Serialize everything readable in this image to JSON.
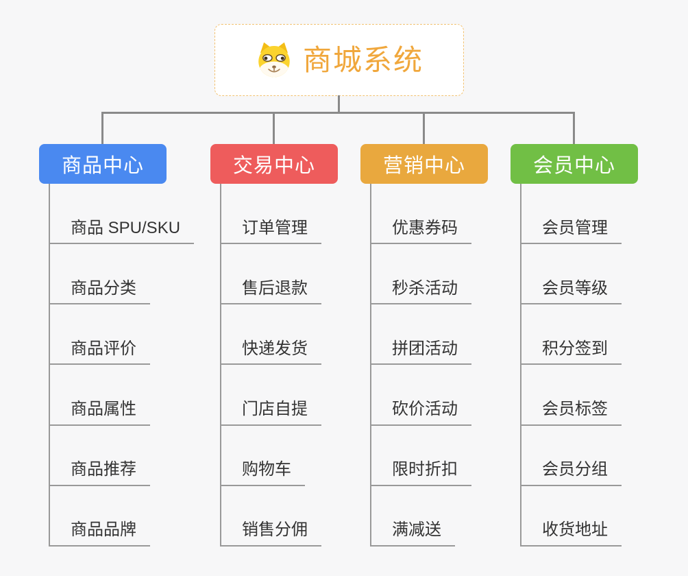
{
  "root": {
    "title": "商城系统",
    "icon": "shiba-dog-icon",
    "title_color": "#f0a73c",
    "border_color": "#f2c170"
  },
  "colors": {
    "background": "#f7f7f8",
    "connector": "#8a8a8a",
    "leaf_line": "#999999",
    "leaf_text": "#333333"
  },
  "branches": [
    {
      "label": "商品中心",
      "color": "#4a89f0",
      "items": [
        "商品 SPU/SKU",
        "商品分类",
        "商品评价",
        "商品属性",
        "商品推荐",
        "商品品牌"
      ]
    },
    {
      "label": "交易中心",
      "color": "#ee5c5c",
      "items": [
        "订单管理",
        "售后退款",
        "快递发货",
        "门店自提",
        "购物车",
        "销售分佣"
      ]
    },
    {
      "label": "营销中心",
      "color": "#e9a83e",
      "items": [
        "优惠券码",
        "秒杀活动",
        "拼团活动",
        "砍价活动",
        "限时折扣",
        "满减送"
      ]
    },
    {
      "label": "会员中心",
      "color": "#71bf45",
      "items": [
        "会员管理",
        "会员等级",
        "积分签到",
        "会员标签",
        "会员分组",
        "收货地址"
      ]
    }
  ]
}
